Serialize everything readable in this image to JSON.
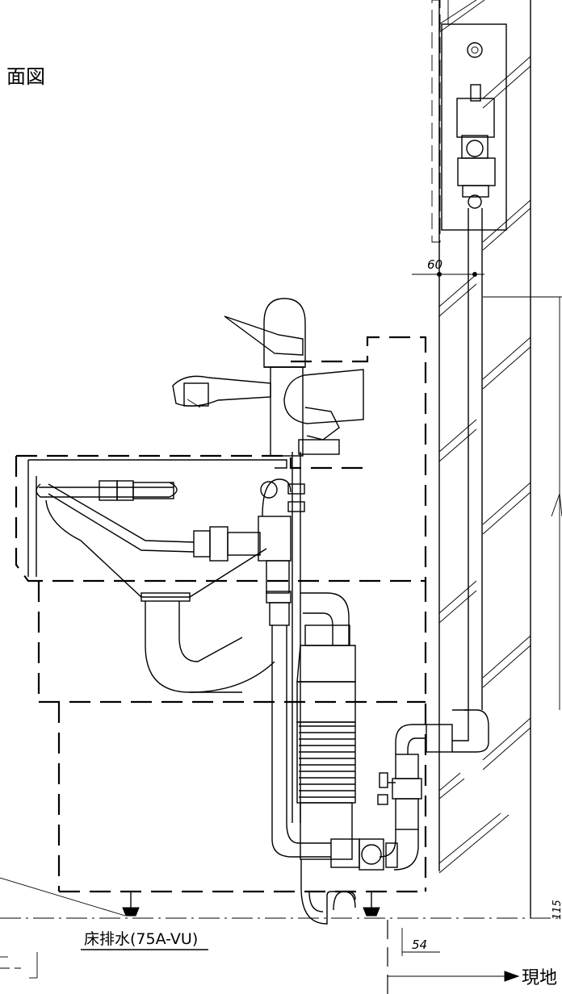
{
  "title_fragment": "面図",
  "floor_drain_label": "床排水(75A-VU)",
  "bottom_left_fragment": "",
  "arrow_label_fragment": "現地",
  "dimensions": {
    "top_offset": "60",
    "bottom_offset": "54",
    "right_vertical": "115"
  }
}
